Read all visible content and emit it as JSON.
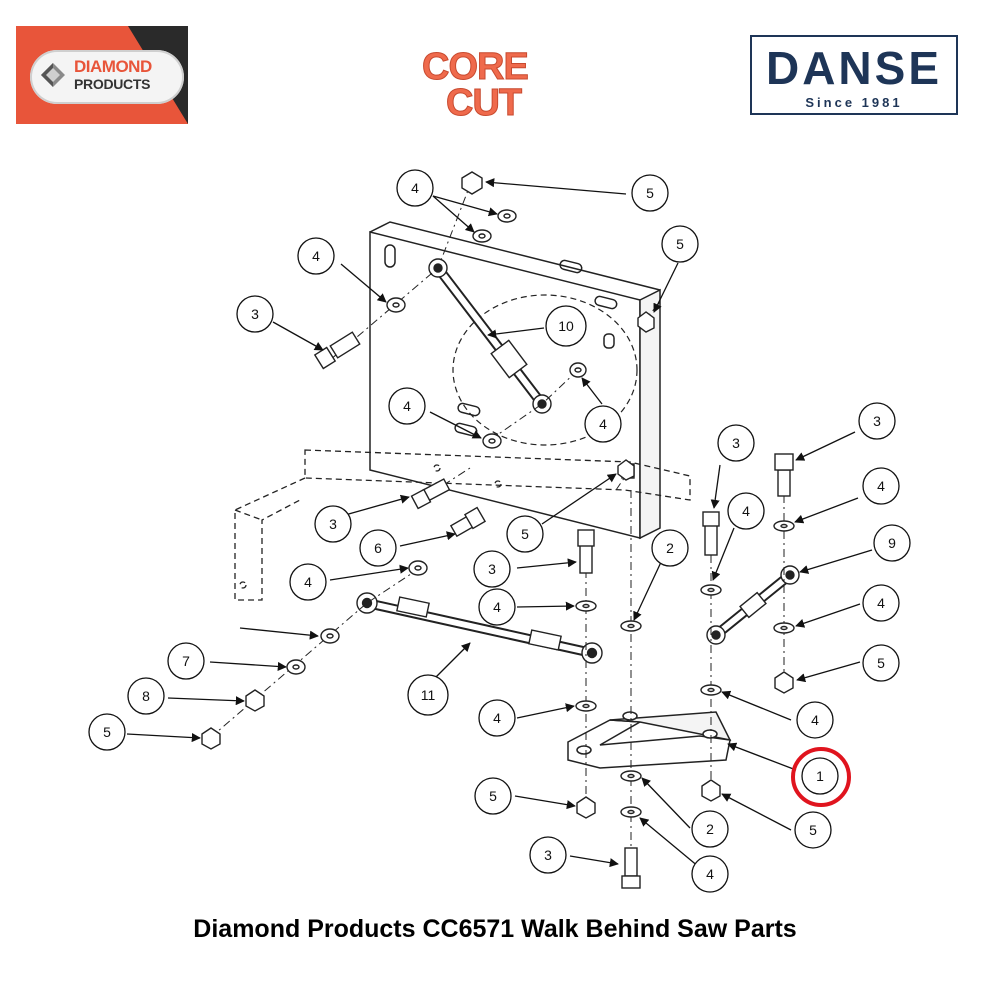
{
  "logos": {
    "diamond_products": {
      "line1": "DIAMOND",
      "line2": "PRODUCTS"
    },
    "core_cut": {
      "line1": "CORE",
      "line2": "CUT"
    },
    "danse": {
      "name": "DANSE",
      "tagline": "Since 1981"
    }
  },
  "colors": {
    "diamond_orange": "#e8553a",
    "corecut_orange": "#ef6a4c",
    "danse_navy": "#1e3557",
    "highlight_red": "#e0141e",
    "line_dark": "#222222"
  },
  "callouts": [
    {
      "label": "4"
    },
    {
      "label": "5"
    },
    {
      "label": "5"
    },
    {
      "label": "4"
    },
    {
      "label": "3"
    },
    {
      "label": "10"
    },
    {
      "label": "4"
    },
    {
      "label": "4"
    },
    {
      "label": "3"
    },
    {
      "label": "3"
    },
    {
      "label": "3"
    },
    {
      "label": "5"
    },
    {
      "label": "4"
    },
    {
      "label": "4"
    },
    {
      "label": "6"
    },
    {
      "label": "9"
    },
    {
      "label": "2"
    },
    {
      "label": "3"
    },
    {
      "label": "4"
    },
    {
      "label": "4"
    },
    {
      "label": "4"
    },
    {
      "label": "7"
    },
    {
      "label": "5"
    },
    {
      "label": "11"
    },
    {
      "label": "8"
    },
    {
      "label": "4"
    },
    {
      "label": "4"
    },
    {
      "label": "5"
    },
    {
      "label": "1"
    },
    {
      "label": "5"
    },
    {
      "label": "2"
    },
    {
      "label": "5"
    },
    {
      "label": "3"
    },
    {
      "label": "4"
    }
  ],
  "highlighted_callout": "1",
  "footer": {
    "title": "Diamond Products CC6571 Walk Behind Saw Parts"
  }
}
